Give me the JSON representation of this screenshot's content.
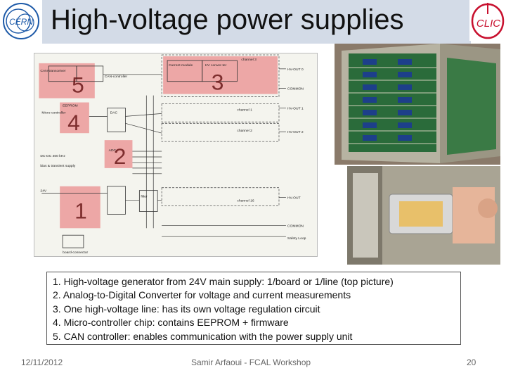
{
  "slide": {
    "title": "High-voltage power supplies",
    "notes": [
      "1. High-voltage generator from 24V main supply: 1/board or 1/line (top picture)",
      "2. Analog-to-Digital Converter for voltage and current measurements",
      "3. One high-voltage line: has its own voltage regulation circuit",
      "4. Micro-controller chip: contains EEPROM + firmware",
      "5. CAN controller: enables communication with the power supply unit"
    ],
    "footer": {
      "date": "12/11/2012",
      "center": "Samir Arfaoui - FCAL Workshop",
      "page": "20"
    }
  },
  "logos": {
    "left": "CERN",
    "right": "CLIC"
  },
  "schematic": {
    "markers": [
      "5",
      "4",
      "3",
      "2",
      "1"
    ],
    "labels": {
      "can_transceiver": "CAN-transceiver",
      "can_controller": "CAN-controller",
      "current_module": "Current module",
      "hv_conv": "HV conver-ter",
      "channel3": "channel 3",
      "micro": "Micro-controller",
      "eeprom": "EEPROM",
      "dac": "DAC",
      "channel1": "channel 1",
      "channel2": "channel 2",
      "adc": "ADC",
      "dcdc": "DC-DC 400 kHz",
      "bias": "bias & transient supply",
      "v24": "24V",
      "filter": "filter",
      "channel16": "channel 16",
      "safety": "Safety Loop",
      "hv_out0": "HV-OUT 0",
      "common": "COMMON",
      "hv_out1": "HV-OUT 1",
      "hv_out2": "HV-OUT 2",
      "hv_outn": "HV-OUT",
      "common_n": "COMMON",
      "board": "board-connector"
    }
  },
  "colors": {
    "title_bar": "#d3dbe7",
    "highlight": "#e8676b",
    "cern_blue": "#1e5aa8",
    "clic_red": "#c8102e"
  }
}
